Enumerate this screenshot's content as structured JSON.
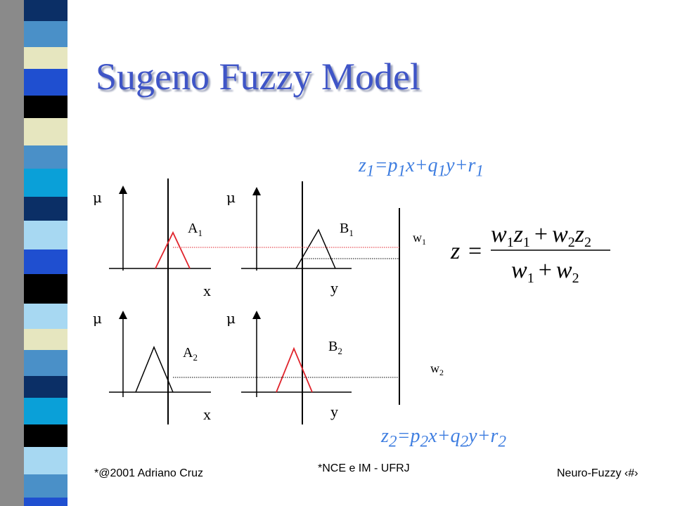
{
  "slide": {
    "title": "Sugeno Fuzzy Model",
    "rule1_output": {
      "z": "z",
      "sub1": "1",
      "eq": "=p",
      "sub2": "1",
      "x": "x+q",
      "sub3": "1",
      "y": "y+r",
      "sub4": "1"
    },
    "rule2_output": {
      "z": "z",
      "sub1": "2",
      "eq": "=p",
      "sub2": "2",
      "x": "x+q",
      "sub3": "2",
      "y": "y+r",
      "sub4": "2"
    }
  },
  "diagram": {
    "mu_label": "μ",
    "x_label": "x",
    "y_label": "y",
    "sets": {
      "A1": {
        "base": "A",
        "sub": "1"
      },
      "B1": {
        "base": "B",
        "sub": "1"
      },
      "A2": {
        "base": "A",
        "sub": "2"
      },
      "B2": {
        "base": "B",
        "sub": "2"
      }
    },
    "weights": {
      "w1": {
        "base": "w",
        "sub": "1"
      },
      "w2": {
        "base": "w",
        "sub": "2"
      }
    },
    "active_color": "#e0242c",
    "inactive_color": "#000000"
  },
  "formula": {
    "lhs": "z",
    "eq": "=",
    "num_w1": "w",
    "num_s1": "1",
    "num_z1": "z",
    "num_z1s": "1",
    "plus": "+",
    "num_w2": "w",
    "num_s2": "2",
    "num_z2": "z",
    "num_z2s": "2",
    "den_w1": "w",
    "den_s1": "1",
    "den_w2": "w",
    "den_s2": "2"
  },
  "footer": {
    "left": "*@2001 Adriano Cruz",
    "center": "*NCE e IM - UFRJ",
    "right": "Neuro-Fuzzy ‹#›"
  },
  "colors": {
    "title": "#3f55c7",
    "equation": "#3f7ee0",
    "stripe_palette": [
      "#0b2f66",
      "#4a90c8",
      "#e6e6bf",
      "#000000",
      "#1f4fd0",
      "#a7d8f2",
      "#0aa0d8"
    ]
  }
}
